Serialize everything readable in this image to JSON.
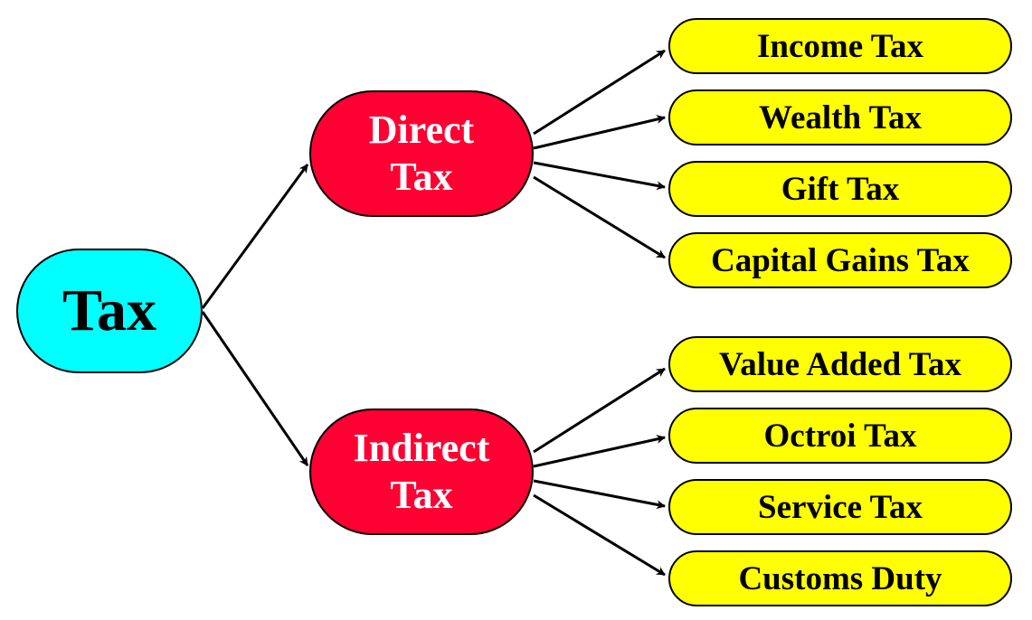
{
  "colors": {
    "root_fill": "#00ffff",
    "category_fill": "#ff0033",
    "category_text": "#ffffff",
    "leaf_fill": "#ffff00",
    "stroke": "#000000"
  },
  "root": {
    "label": "Tax"
  },
  "direct": {
    "line1": "Direct",
    "line2": "Tax",
    "children": [
      "Income Tax",
      "Wealth Tax",
      "Gift Tax",
      "Capital Gains Tax"
    ]
  },
  "indirect": {
    "line1": "Indirect",
    "line2": "Tax",
    "children": [
      "Value Added Tax",
      "Octroi Tax",
      "Service Tax",
      "Customs Duty"
    ]
  }
}
